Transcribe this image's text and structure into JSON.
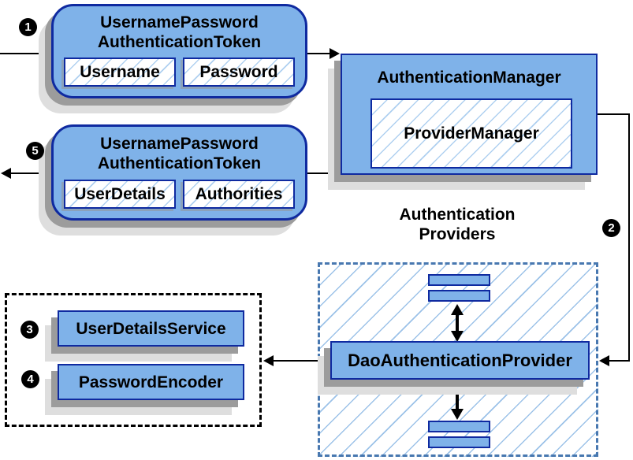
{
  "badges": {
    "b1": "1",
    "b2": "2",
    "b3": "3",
    "b4": "4",
    "b5": "5"
  },
  "token_request": {
    "title1": "UsernamePassword",
    "title2": "AuthenticationToken",
    "field1": "Username",
    "field2": "Password"
  },
  "auth_manager": {
    "title": "AuthenticationManager",
    "inner": "ProviderManager"
  },
  "token_result": {
    "title1": "UsernamePassword",
    "title2": "AuthenticationToken",
    "field1": "UserDetails",
    "field2": "Authorities"
  },
  "providers": {
    "label1": "Authentication",
    "label2": "Providers",
    "dao": "DaoAuthenticationProvider"
  },
  "services": {
    "user_details_service": "UserDetailsService",
    "password_encoder": "PasswordEncoder"
  },
  "colors": {
    "box_fill": "#7FB2E9",
    "box_border": "#0F2AA0",
    "hatch_line": "#9CC2E8",
    "dashed_border": "#4878B0",
    "shadow_dark": "#9C9C9C",
    "shadow_light": "#DEDEDE",
    "connector": "#000000"
  }
}
